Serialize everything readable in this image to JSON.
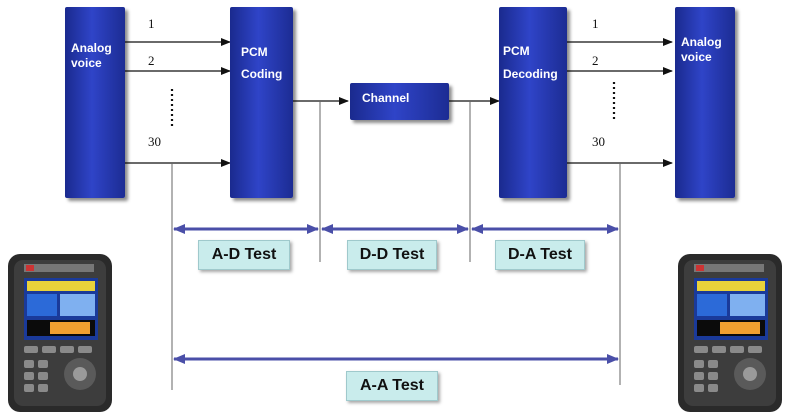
{
  "blocks": {
    "analog_voice_left": {
      "line1": "Analog",
      "line2": "voice"
    },
    "pcm_coding": {
      "line1": "PCM",
      "line2": "Coding"
    },
    "channel": {
      "label": "Channel"
    },
    "pcm_decoding": {
      "line1": "PCM",
      "line2": "Decoding"
    },
    "analog_voice_right": {
      "line1": "Analog",
      "line2": "voice"
    }
  },
  "channel_labels": {
    "left": [
      "1",
      "2",
      "30"
    ],
    "right": [
      "1",
      "2",
      "30"
    ]
  },
  "tests": {
    "ad": "A-D Test",
    "dd": "D-D Test",
    "da": "D-A Test",
    "aa": "A-A Test"
  },
  "colors": {
    "block": "#2338b0",
    "test_arrow": "#4a4fa8",
    "test_label_bg": "#c9ecec"
  }
}
